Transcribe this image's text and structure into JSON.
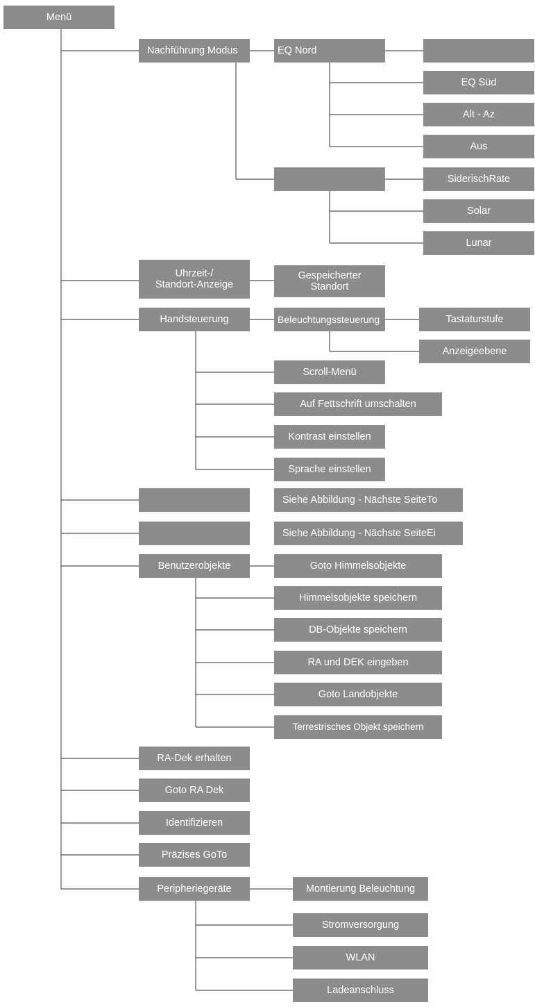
{
  "nodes": {
    "menu": "Menü",
    "tracking_mode": "Nachführung Modus",
    "eq_nord": "EQ Nord",
    "eq_sued": "EQ Süd",
    "alt_az": "Alt - Az",
    "aus": "Aus",
    "siderisch_rate": "SiderischRate",
    "solar": "Solar",
    "lunar": "Lunar",
    "uhrzeit": "Uhrzeit-/\nStandort-Anzeige",
    "gespeicherter_standort": "Gespeicherter\nStandort",
    "handsteuerung": "Handsteuerung",
    "beleuchtungssteuerung": "Beleuchtungssteuerung",
    "tastaturstufe": "Tastaturstufe",
    "anzeigeebene": "Anzeigeebene",
    "scroll_menu": "Scroll-Menü",
    "fettschrift": "Auf Fettschrift umschalten",
    "kontrast": "Kontrast einstellen",
    "sprache": "Sprache einstellen",
    "siehe_abb_1": "Siehe Abbildung - Nächste SeiteTo",
    "siehe_abb_2": "Siehe Abbildung - Nächste SeiteEi",
    "benutzerobjekte": "Benutzerobjekte",
    "goto_himmel": "Goto Himmelsobjekte",
    "himmel_speichern": "Himmelsobjekte speichern",
    "db_speichern": "DB-Objekte speichern",
    "ra_dek_eingeben": "RA und DEK eingeben",
    "goto_land": "Goto Landobjekte",
    "terrestrisch": "Terrestrisches Objekt speichern",
    "ra_dek_erhalten": "RA-Dek erhalten",
    "goto_ra_dek": "Goto RA Dek",
    "identifizieren": "Identifizieren",
    "praezises_goto": "Präzises GoTo",
    "peripherie": "Peripheriegeräte",
    "montierung_beleuchtung": "Montierung Beleuchtung",
    "stromversorgung": "Stromversorgung",
    "wlan": "WLAN",
    "ladeanschluss": "Ladeanschluss"
  },
  "colors": {
    "box_fill": "#8c8c8c",
    "box_text": "#ffffff",
    "connector": "#555555",
    "background": "#ffffff"
  }
}
